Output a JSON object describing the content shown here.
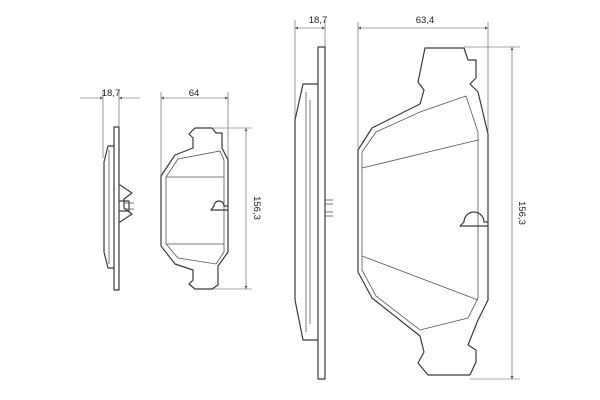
{
  "dimensions": {
    "small_thickness": "18,7",
    "small_width": "64",
    "small_height": "156,3",
    "large_thickness": "18,7",
    "large_width": "63,4",
    "large_height": "156,3"
  },
  "colors": {
    "line": "#3a3a3a",
    "dimension": "#555555",
    "background": "#ffffff"
  }
}
